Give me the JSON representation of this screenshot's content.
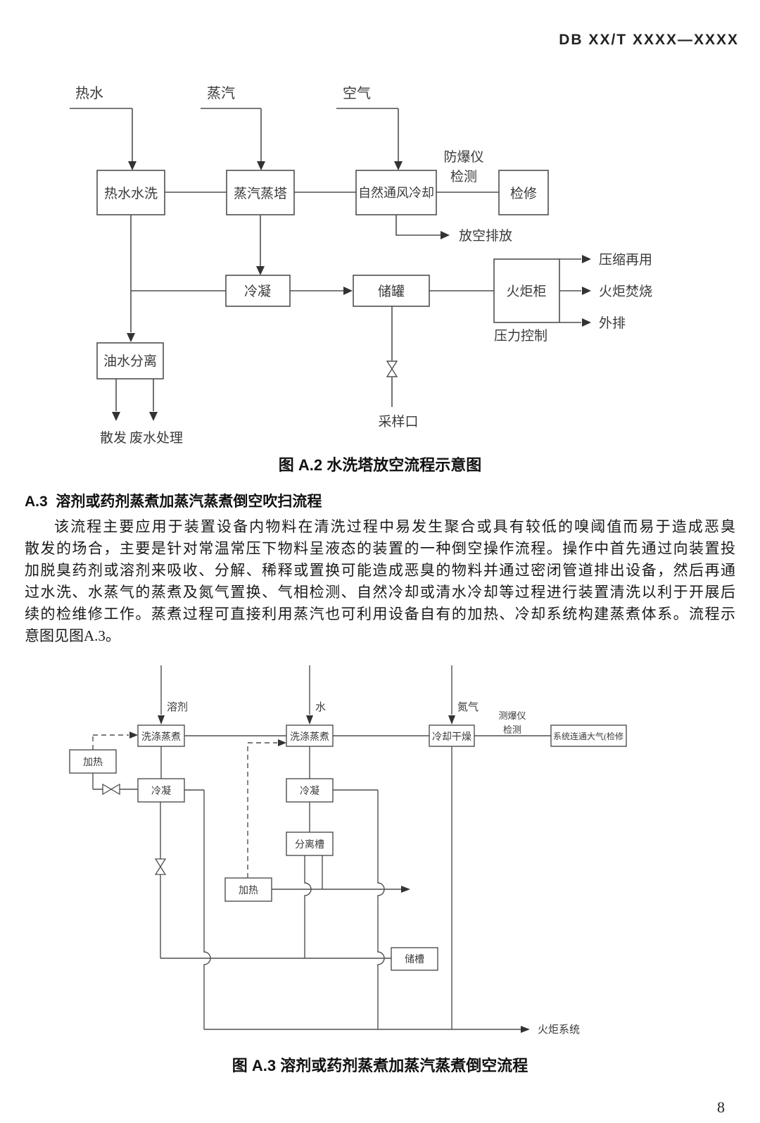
{
  "header": {
    "doc_code": "DB XX/T XXXX—XXXX"
  },
  "figure_a2": {
    "caption": "图 A.2 水洗塔放空流程示意图",
    "inputs": {
      "hot_water": "热水",
      "steam": "蒸汽",
      "air": "空气"
    },
    "boxes": {
      "hot_water_wash": "热水水洗",
      "steam_tower": "蒸汽蒸塔",
      "natural_vent_cooling": "自然通风冷却",
      "overhaul": "检修",
      "condenser": "冷凝",
      "storage_tank": "储罐",
      "flare_cabinet": "火炬柜",
      "oil_water_separator": "油水分离"
    },
    "labels": {
      "explosion_proof_detector": "防爆仪",
      "detection": "检测",
      "vent_discharge": "放空排放",
      "compression_reuse": "压缩再用",
      "flare_incineration": "火炬焚烧",
      "external_discharge": "外排",
      "pressure_control": "压力控制",
      "sampling_port": "采样口",
      "dissipation": "散发",
      "wastewater_treatment": "废水处理"
    }
  },
  "section_a3": {
    "heading": "A.3  溶剂或药剂蒸煮加蒸汽蒸煮倒空吹扫流程",
    "paragraph_lines": [
      "该流程主要应用于装置设备内物料在清洗过程中易发生聚合或具有较低的嗅阈值而易于造成恶臭",
      "散发的场合，主要是针对常温常压下物料呈液态的装置的一种倒空操作流程。操作中首先通过向装置投",
      "加脱臭药剂或溶剂来吸收、分解、稀释或置换可能造成恶臭的物料并通过密闭管道排出设备，然后再通",
      "过水洗、水蒸气的蒸煮及氮气置换、气相检测、自然冷却或清水冷却等过程进行装置清洗以利于开展后",
      "续的检维修工作。蒸煮过程可直接利用蒸汽也可利用设备自有的加热、冷却系统构建蒸煮体系。流程示",
      "意图见图A.3。"
    ]
  },
  "figure_a3": {
    "caption": "图 A.3 溶剂或药剂蒸煮加蒸汽蒸煮倒空流程",
    "inputs": {
      "solvent": "溶剂",
      "water": "水",
      "nitrogen": "氮气"
    },
    "boxes": {
      "wash_cook_1": "洗涤蒸煮",
      "wash_cook_2": "洗涤蒸煮",
      "cooling_drying": "冷却干燥",
      "system_open_air_overhaul": "系统连通大气(检修",
      "heater_1": "加热",
      "condenser_1": "冷凝",
      "condenser_2": "冷凝",
      "separator_tank": "分离槽",
      "heater_2": "加热",
      "storage_tank": "储槽"
    },
    "labels": {
      "explosion_detector": "测爆仪",
      "detection": "检测",
      "flare_system": "火炬系统"
    }
  },
  "page": {
    "number": "8"
  },
  "colors": {
    "line": "#4f4f4f",
    "arrow": "#333333",
    "text": "#3a3a3a"
  }
}
